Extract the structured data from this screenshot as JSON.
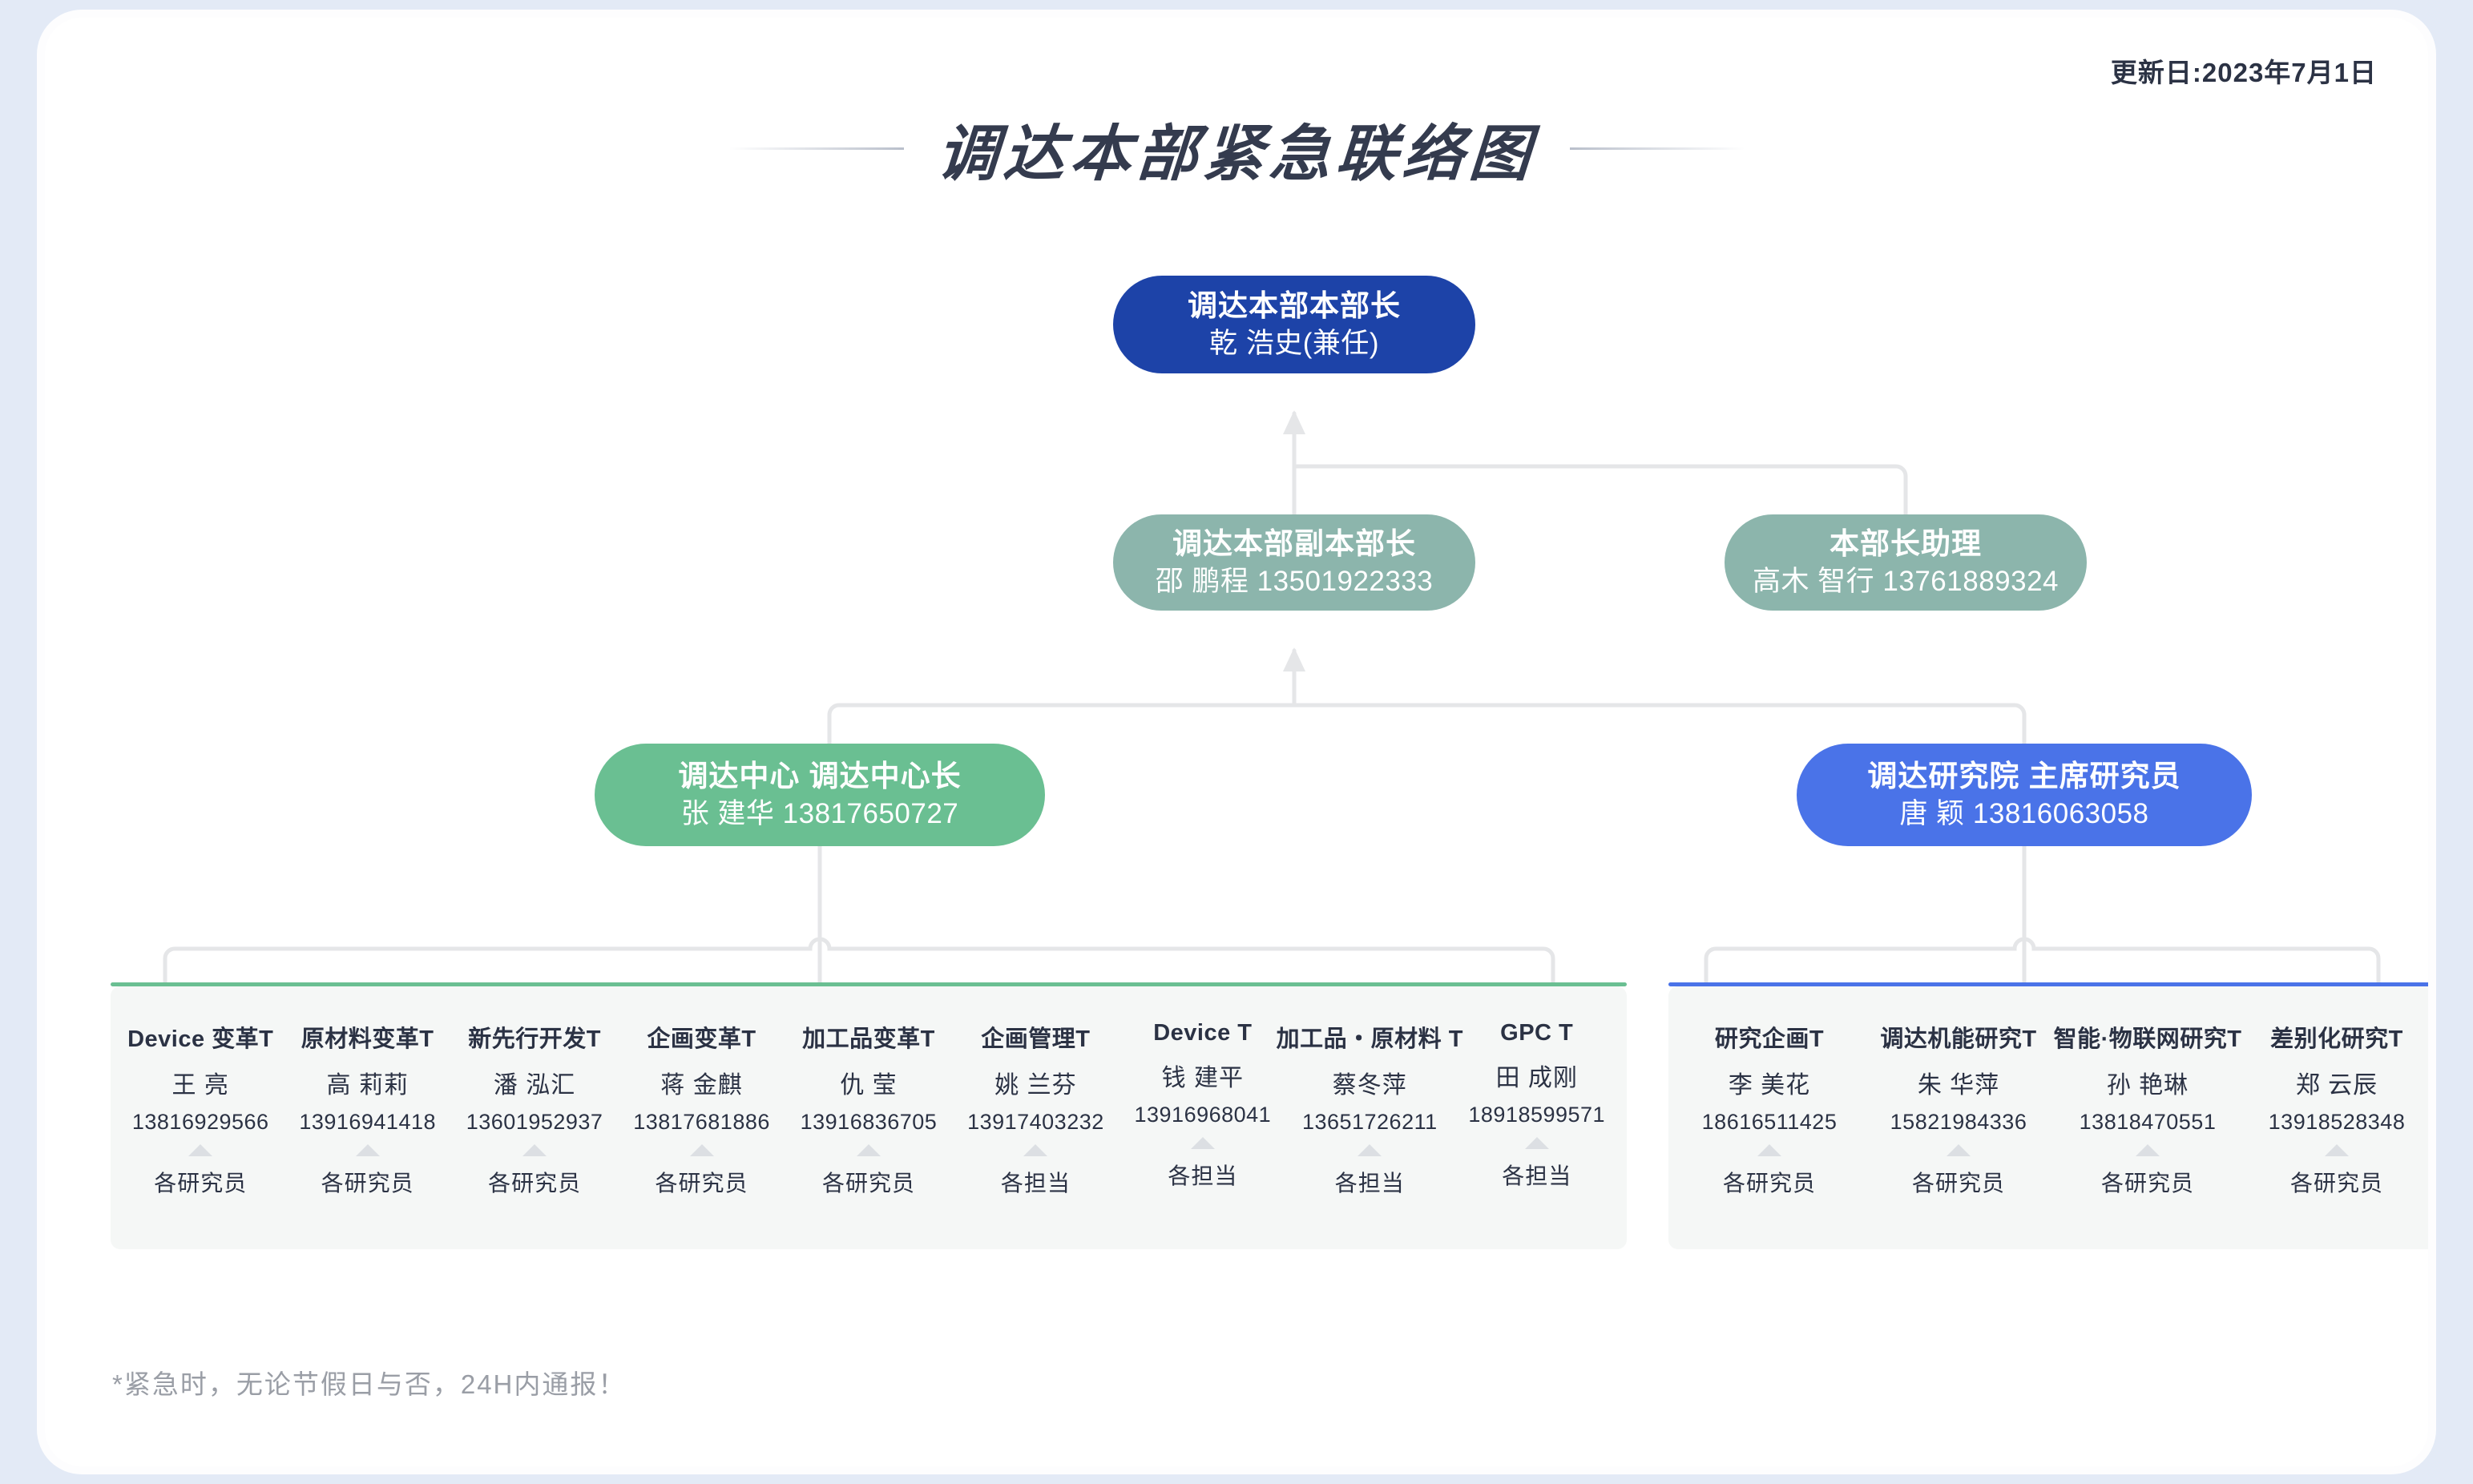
{
  "header": {
    "update_date": "更新日:2023年7月1日",
    "title": "调达本部紧急联络图"
  },
  "colors": {
    "director_blue": "#1d43a8",
    "vice_green": "#8cb5ac",
    "center_green": "#6abf92",
    "institute_blue": "#4a73e8",
    "connector_gray": "#e5e6e8",
    "panel_bg": "#f5f7f6",
    "page_bg": "#e3eaf6"
  },
  "nodes": {
    "director": {
      "title": "调达本部本部长",
      "person": "乾 浩史(兼任)"
    },
    "vice": {
      "title": "调达本部副本部长",
      "person": "邵 鹏程 13501922333"
    },
    "assistant": {
      "title": "本部长助理",
      "person": "高木 智行 13761889324"
    },
    "center": {
      "title": "调达中心 调达中心长",
      "person": "张 建华 13817650727"
    },
    "institute": {
      "title": "调达研究院 主席研究员",
      "person": "唐 颖 13816063058"
    }
  },
  "panels": {
    "center_teams": [
      {
        "name": "Device 变革T",
        "person": "王 亮",
        "phone": "13816929566",
        "role": "各研究员",
        "arrow_icon": "triangle-up-icon"
      },
      {
        "name": "原材料变革T",
        "person": "高 莉莉",
        "phone": "13916941418",
        "role": "各研究员",
        "arrow_icon": "triangle-up-icon"
      },
      {
        "name": "新先行开发T",
        "person": "潘 泓汇",
        "phone": "13601952937",
        "role": "各研究员",
        "arrow_icon": "triangle-up-icon"
      },
      {
        "name": "企画变革T",
        "person": "蒋 金麒",
        "phone": "13817681886",
        "role": "各研究员",
        "arrow_icon": "triangle-up-icon"
      },
      {
        "name": "加工品变革T",
        "person": "仇 莹",
        "phone": "13916836705",
        "role": "各研究员",
        "arrow_icon": "triangle-up-icon"
      },
      {
        "name": "企画管理T",
        "person": "姚 兰芬",
        "phone": "13917403232",
        "role": "各担当",
        "arrow_icon": "triangle-up-icon"
      },
      {
        "name": "Device T",
        "person": "钱 建平",
        "phone": "13916968041",
        "role": "各担当",
        "arrow_icon": "triangle-up-icon"
      },
      {
        "name": "加工品・原材料 T",
        "person": "蔡冬萍",
        "phone": "13651726211",
        "role": "各担当",
        "arrow_icon": "triangle-up-icon"
      },
      {
        "name": "GPC T",
        "person": "田 成刚",
        "phone": "18918599571",
        "role": "各担当",
        "arrow_icon": "triangle-up-icon"
      }
    ],
    "institute_teams": [
      {
        "name": "研究企画T",
        "person": "李 美花",
        "phone": "18616511425",
        "role": "各研究员",
        "arrow_icon": "triangle-up-icon"
      },
      {
        "name": "调达机能研究T",
        "person": "朱 华萍",
        "phone": "15821984336",
        "role": "各研究员",
        "arrow_icon": "triangle-up-icon"
      },
      {
        "name": "智能·物联网研究T",
        "person": "孙 艳琳",
        "phone": "13818470551",
        "role": "各研究员",
        "arrow_icon": "triangle-up-icon"
      },
      {
        "name": "差别化研究T",
        "person": "郑 云辰",
        "phone": "13918528348",
        "role": "各研究员",
        "arrow_icon": "triangle-up-icon"
      }
    ]
  },
  "footer": {
    "note": "*紧急时，无论节假日与否，24H内通报！"
  }
}
